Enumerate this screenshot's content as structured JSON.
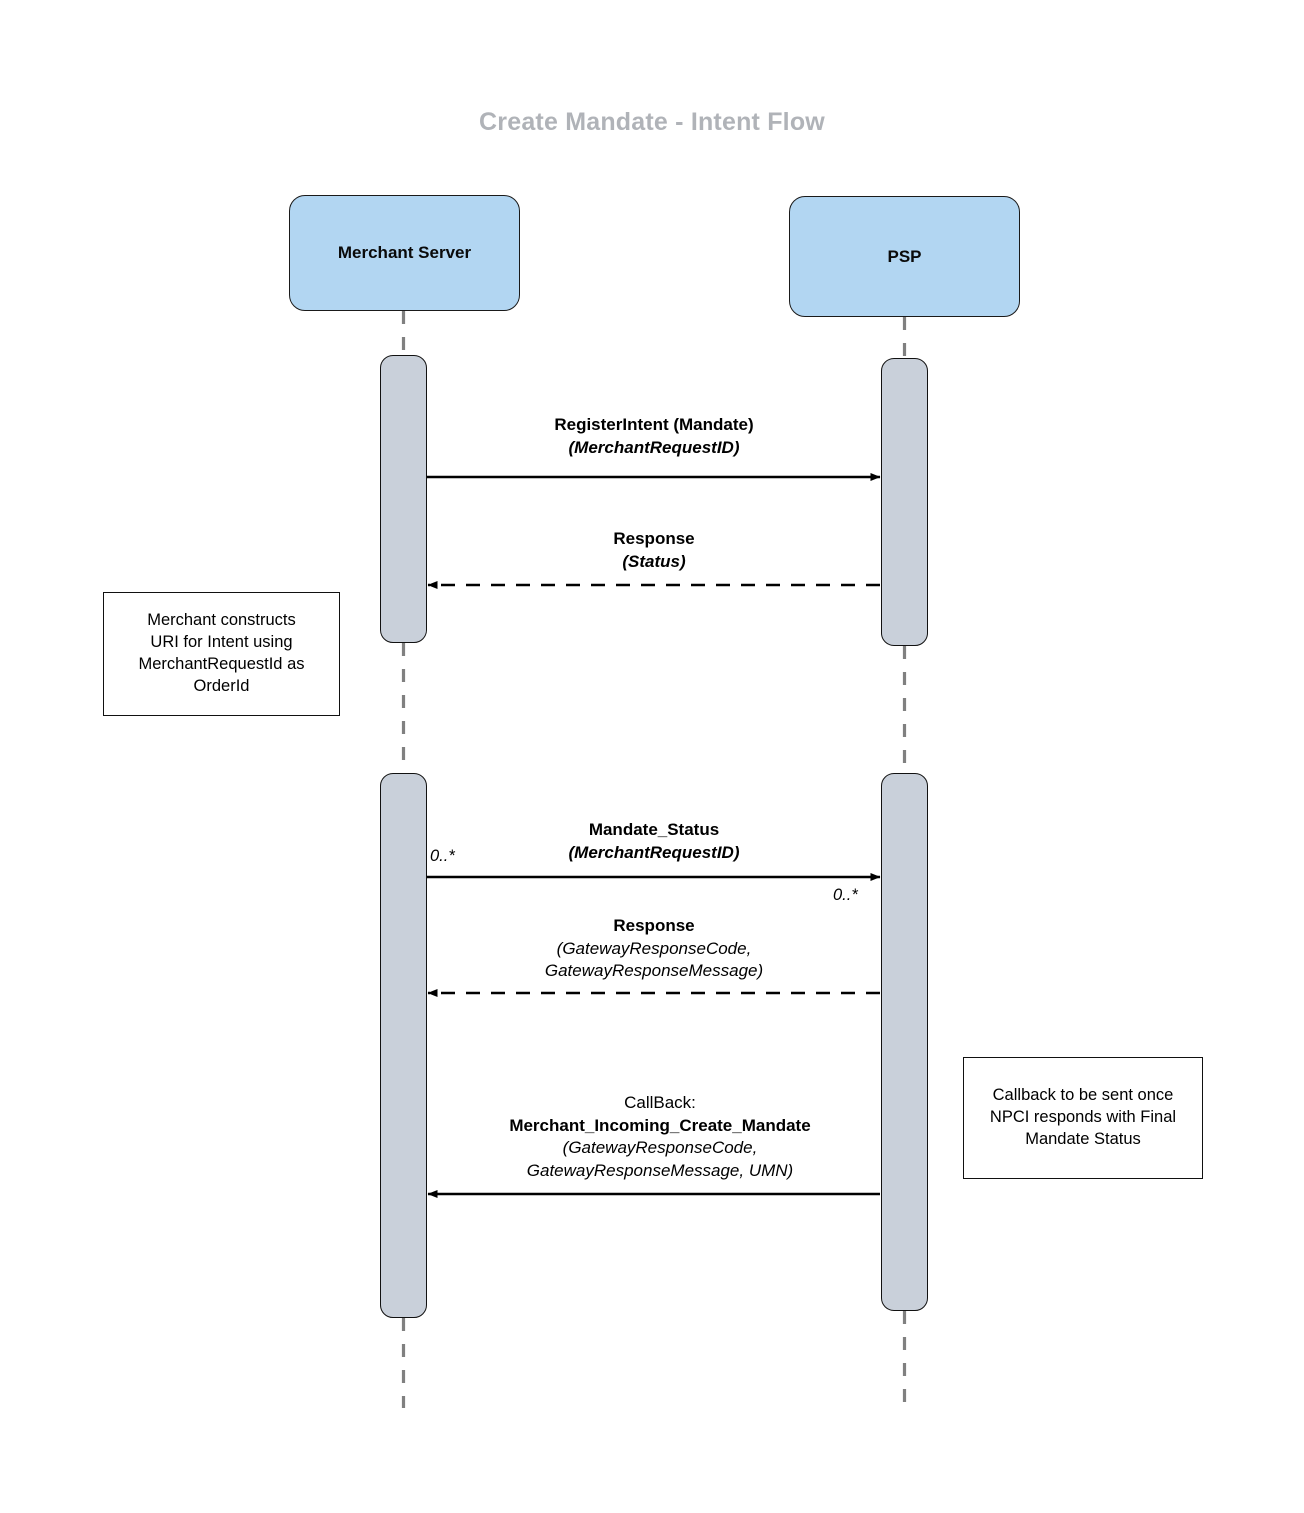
{
  "diagram": {
    "title": "Create Mandate - Intent Flow",
    "type": "uml-sequence-diagram",
    "colors": {
      "background": "#ffffff",
      "title_text": "#b0b3b8",
      "participant_fill": "#b2d6f2",
      "participant_border": "#1a1a1a",
      "activation_fill": "#c9d0da",
      "activation_border": "#111111",
      "lifeline": "#808080",
      "arrow": "#000000",
      "note_fill": "#ffffff",
      "note_border": "#111111"
    },
    "participants": [
      {
        "id": "merchant-server",
        "label": "Merchant Server"
      },
      {
        "id": "psp",
        "label": "PSP"
      }
    ],
    "messages": [
      {
        "id": "register-intent",
        "from": "merchant-server",
        "to": "psp",
        "line": "solid",
        "title": "RegisterIntent (Mandate)",
        "title_style": "bold",
        "params": "(MerchantRequestID)",
        "params_style": "bold-italic"
      },
      {
        "id": "response-1",
        "from": "psp",
        "to": "merchant-server",
        "line": "dashed",
        "title": "Response",
        "title_style": "bold",
        "params": "(Status)",
        "params_style": "bold-italic"
      },
      {
        "id": "mandate-status",
        "from": "merchant-server",
        "to": "psp",
        "line": "solid",
        "title": "Mandate_Status",
        "title_style": "bold",
        "params": "(MerchantRequestID)",
        "params_style": "bold-italic",
        "multiplicity_source": "0..*",
        "multiplicity_target": "0..*"
      },
      {
        "id": "response-2",
        "from": "psp",
        "to": "merchant-server",
        "line": "dashed",
        "title": "Response",
        "title_style": "bold",
        "params_line_1": "(GatewayResponseCode,",
        "params_line_2": "GatewayResponseMessage)",
        "params_style": "italic"
      },
      {
        "id": "callback-create-mandate",
        "from": "psp",
        "to": "merchant-server",
        "line": "solid",
        "prefix": "CallBack:",
        "prefix_style": "regular",
        "title": "Merchant_Incoming_Create_Mandate",
        "title_style": "bold",
        "params_line_1": "(GatewayResponseCode,",
        "params_line_2": "GatewayResponseMessage, UMN)",
        "params_style": "italic"
      }
    ],
    "notes": [
      {
        "id": "note-merchant-uri",
        "attached_to": "merchant-server",
        "line_1": "Merchant constructs",
        "line_2": "URI for Intent using",
        "line_3": "MerchantRequestId as",
        "line_4": "OrderId"
      },
      {
        "id": "note-psp-callback",
        "attached_to": "psp",
        "line_1": "Callback to be sent once",
        "line_2": "NPCI responds with Final",
        "line_3": "Mandate Status"
      }
    ]
  }
}
